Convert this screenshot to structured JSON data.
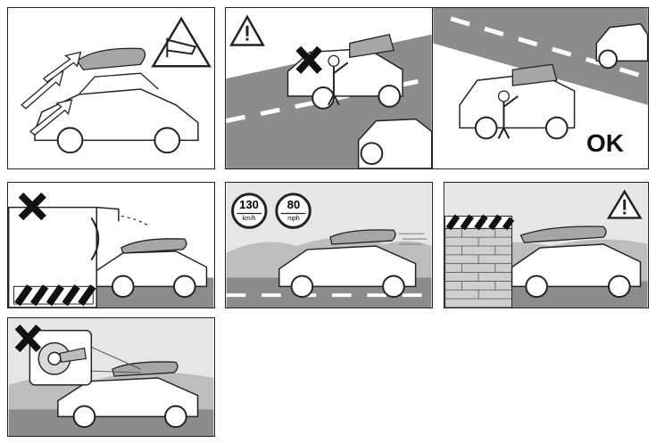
{
  "panels": {
    "wind": {
      "icon": "wind-sock-warning-icon"
    },
    "loading_wrong": {
      "icon": "warning-icon",
      "status": "prohibited"
    },
    "loading_right": {
      "label": "OK"
    },
    "car_wash": {
      "icon": "cross-icon",
      "status": "prohibited"
    },
    "speed_limits": {
      "sign1_value": "130",
      "sign1_unit": "km/h",
      "sign2_value": "80",
      "sign2_unit": "mph"
    },
    "height_clearance": {
      "icon": "warning-icon"
    },
    "lock_key": {
      "icon": "cross-icon",
      "status": "prohibited"
    }
  },
  "colors": {
    "ink": "#1a1a1a",
    "road": "#8c8c8c",
    "sky": "#d0d0d0",
    "box": "#a6a6a6"
  }
}
